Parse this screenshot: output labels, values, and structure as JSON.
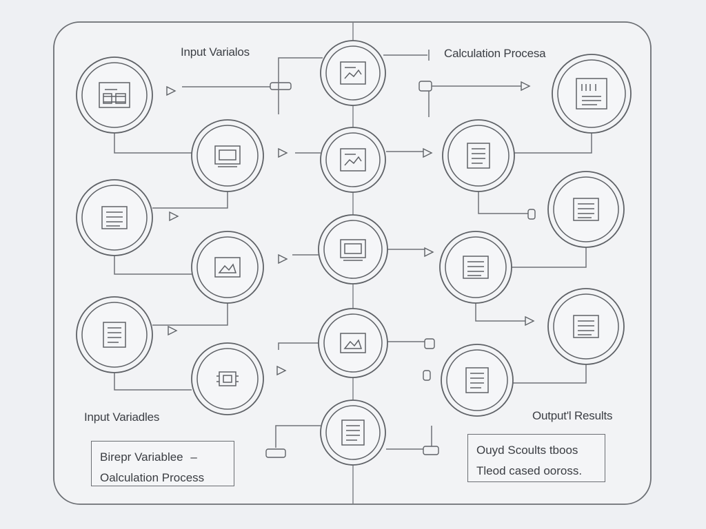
{
  "labels": {
    "top_left": "Input Varialos",
    "top_right": "Calculation Procesa",
    "bottom_left": "Input Variadles",
    "bottom_right": "Output'l Results"
  },
  "left_note": {
    "line1": "Birepr Variablee",
    "line2": "Oalculation Process",
    "mark": "–"
  },
  "right_note": {
    "line1": "Ouyd Scoults tboos",
    "line2": "Tleod cased ooross."
  },
  "nodes": [
    {
      "id": "n-l1",
      "icon": "table-icon"
    },
    {
      "id": "n-l2",
      "icon": "document-icon"
    },
    {
      "id": "n-l3",
      "icon": "list-icon"
    },
    {
      "id": "n-ml1",
      "icon": "monitor-icon"
    },
    {
      "id": "n-ml2",
      "icon": "image-icon"
    },
    {
      "id": "n-ml3",
      "icon": "chip-icon"
    },
    {
      "id": "n-c1",
      "icon": "chart-icon"
    },
    {
      "id": "n-c2",
      "icon": "chart-icon"
    },
    {
      "id": "n-c3",
      "icon": "monitor-icon"
    },
    {
      "id": "n-c4",
      "icon": "image-icon"
    },
    {
      "id": "n-c5",
      "icon": "list-icon"
    },
    {
      "id": "n-mr1",
      "icon": "list-icon"
    },
    {
      "id": "n-mr2",
      "icon": "document-icon"
    },
    {
      "id": "n-mr3",
      "icon": "list-icon"
    },
    {
      "id": "n-r1",
      "icon": "report-icon"
    },
    {
      "id": "n-r2",
      "icon": "document-icon"
    },
    {
      "id": "n-r3",
      "icon": "document-icon"
    }
  ]
}
